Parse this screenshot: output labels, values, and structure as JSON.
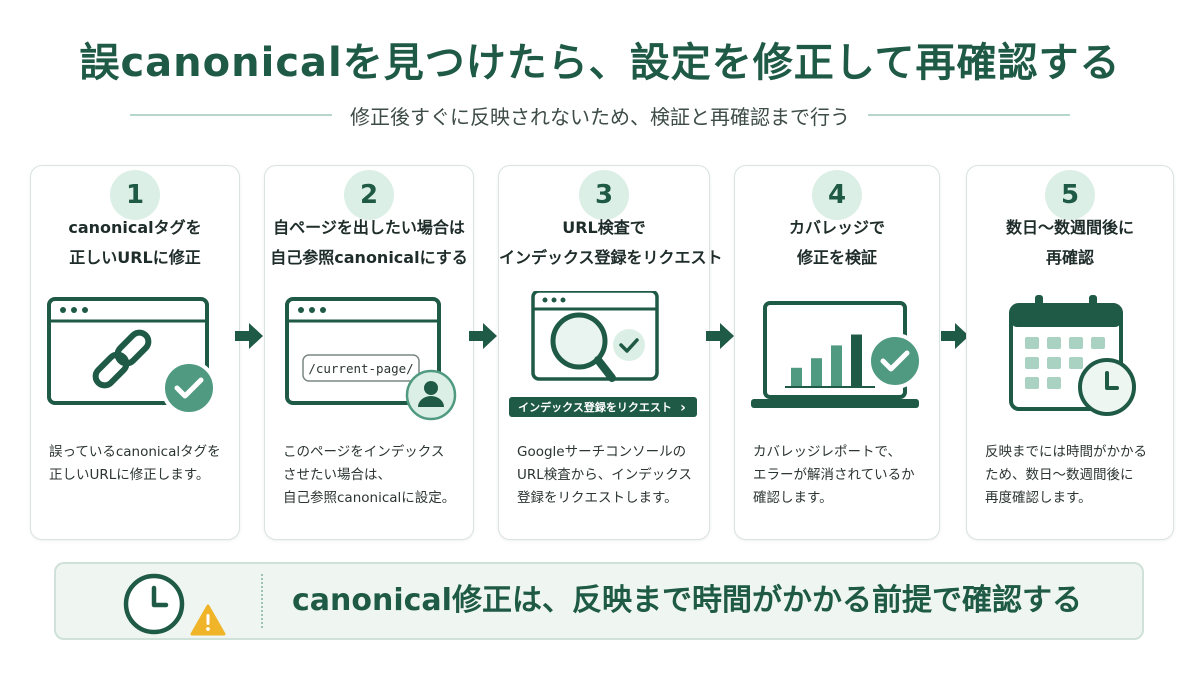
{
  "title": "誤canonicalを見つけたら、設定を修正して再確認する",
  "subtitle": "修正後すぐに反映されないため、検証と再確認まで行う",
  "steps": [
    {
      "number": "1",
      "title": [
        "canonicalタグを",
        "正しいURLに修正"
      ],
      "desc": [
        "誤っているcanonicalタグを",
        "正しいURLに修正します。"
      ]
    },
    {
      "number": "2",
      "title": [
        "自ページを出したい場合は",
        "自己参照canonicalにする"
      ],
      "url_field": "/current-page/",
      "desc": [
        "このページをインデックス",
        "させたい場合は、",
        "自己参照canonicalに設定。"
      ]
    },
    {
      "number": "3",
      "title": [
        "URL検査で",
        "インデックス登録をリクエスト"
      ],
      "button": "インデックス登録をリクエスト",
      "button_chevron": "›",
      "desc": [
        "Googleサーチコンソールの",
        "URL検査から、インデックス",
        "登録をリクエストします。"
      ]
    },
    {
      "number": "4",
      "title": [
        "カバレッジで",
        "修正を検証"
      ],
      "bar_levels": [
        0.3,
        0.45,
        0.65,
        0.82
      ],
      "desc": [
        "カバレッジレポートで、",
        "エラーが解消されているか",
        "確認します。"
      ]
    },
    {
      "number": "5",
      "title": [
        "数日〜数週間後に",
        "再確認"
      ],
      "desc": [
        "反映までには時間がかかる",
        "ため、数日〜数週間後に",
        "再度確認します。"
      ]
    }
  ],
  "bottom": {
    "text": "canonical修正は、反映まで時間がかかる前提で確認する",
    "icons": [
      "clock-icon",
      "warning-icon"
    ]
  },
  "colors": {
    "primary": "#1e5a45",
    "accent": "#4f9a80",
    "light": "#dcefe6",
    "warning": "#f0b429"
  }
}
